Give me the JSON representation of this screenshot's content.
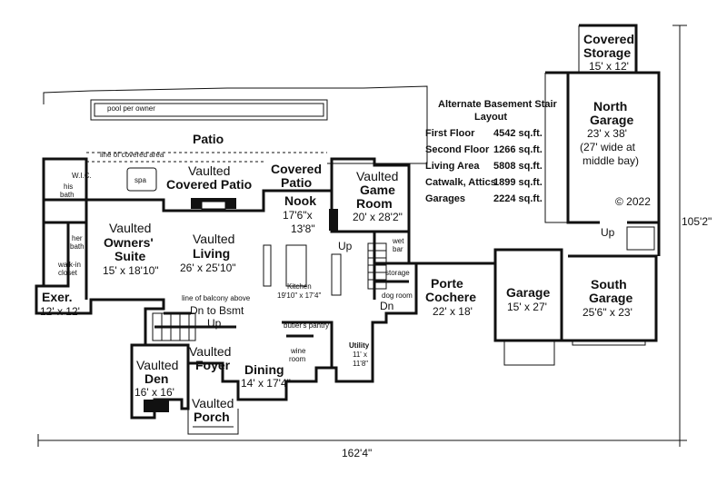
{
  "rooms": {
    "patio": "Patio",
    "pool": "pool per owner",
    "covered_area": "line of covered area",
    "vaulted_covered_patio": [
      "Vaulted",
      "Covered Patio"
    ],
    "covered_patio": [
      "Covered",
      "Patio"
    ],
    "spa": "spa",
    "his_bath": [
      "his",
      "bath"
    ],
    "wic": [
      "W.I.C."
    ],
    "her_bath": [
      "her",
      "bath"
    ],
    "walk_in_closet": [
      "walk-in",
      "closet"
    ],
    "owners_suite": [
      "Vaulted",
      "Owners'",
      "Suite",
      "15' x 18'10\""
    ],
    "exer": [
      "Exer.",
      "12' x 12'"
    ],
    "living": [
      "Vaulted",
      "Living",
      "26' x 25'10\""
    ],
    "balcony": "line of balcony above",
    "nook": [
      "Nook",
      "17'6\"x",
      "13'8\""
    ],
    "game_room": [
      "Vaulted",
      "Game",
      "Room",
      "20' x 28'2\""
    ],
    "kitchen": [
      "Kitchen",
      "19'10\" x 17'4\""
    ],
    "wet_bar": [
      "wet",
      "bar"
    ],
    "storage": "storage",
    "dog_room": "dog room",
    "up_1": "Up",
    "dn_1": "Dn",
    "dn_bsmt": "Dn to Bsmt",
    "up_2": "Up",
    "foyer": [
      "Vaulted",
      "Foyer"
    ],
    "den": [
      "Vaulted",
      "Den",
      "16' x 16'"
    ],
    "porch": [
      "Vaulted",
      "Porch"
    ],
    "dining": [
      "Dining",
      "14' x 17'4\""
    ],
    "butlers_pantry": "butler's pantry",
    "wine_room": [
      "wine",
      "room"
    ],
    "utility": [
      "Utility",
      "11' x",
      "11'8\""
    ],
    "porte_cochere": [
      "Porte",
      "Cochere",
      "22' x 18'"
    ],
    "garage": [
      "Garage",
      "15' x 27'"
    ],
    "south_garage": [
      "South",
      "Garage",
      "25'6\" x 23'"
    ],
    "north_garage": [
      "North",
      "Garage",
      "23' x 38'",
      "(27' wide at",
      "middle bay)"
    ],
    "covered_storage": [
      "Covered",
      "Storage",
      "15' x 12'"
    ],
    "up_3": "Up",
    "copyright": "© 2022"
  },
  "stats": {
    "alt_stair": [
      "Alternate Basement Stair",
      "Layout"
    ],
    "rows": [
      {
        "label": "First Floor",
        "value": "4542 sq.ft."
      },
      {
        "label": "Second Floor",
        "value": "1266 sq.ft."
      },
      {
        "label": "Living Area",
        "value": "5808 sq.ft."
      },
      {
        "label": "Catwalk, Attics",
        "value": "1899 sq.ft."
      },
      {
        "label": "Garages",
        "value": "2224 sq.ft."
      }
    ]
  },
  "dimensions": {
    "width": "162'4\"",
    "depth": "105'2\""
  }
}
